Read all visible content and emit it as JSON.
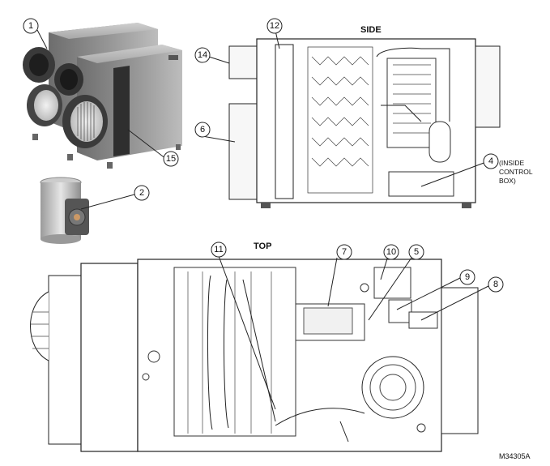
{
  "views": {
    "side_title": "SIDE",
    "top_title": "TOP"
  },
  "callouts": [
    {
      "id": "c1",
      "number": "1"
    },
    {
      "id": "c2",
      "number": "2"
    },
    {
      "id": "c4",
      "number": "4"
    },
    {
      "id": "c5",
      "number": "5"
    },
    {
      "id": "c6",
      "number": "6"
    },
    {
      "id": "c7",
      "number": "7"
    },
    {
      "id": "c8",
      "number": "8"
    },
    {
      "id": "c9",
      "number": "9"
    },
    {
      "id": "c10",
      "number": "10"
    },
    {
      "id": "c11",
      "number": "11"
    },
    {
      "id": "c12",
      "number": "12"
    },
    {
      "id": "c14",
      "number": "14"
    },
    {
      "id": "c15",
      "number": "15"
    }
  ],
  "annotations": {
    "inside_control_box": [
      "(INSIDE",
      "CONTROL",
      "BOX)"
    ]
  },
  "figure_code": "M34305A"
}
